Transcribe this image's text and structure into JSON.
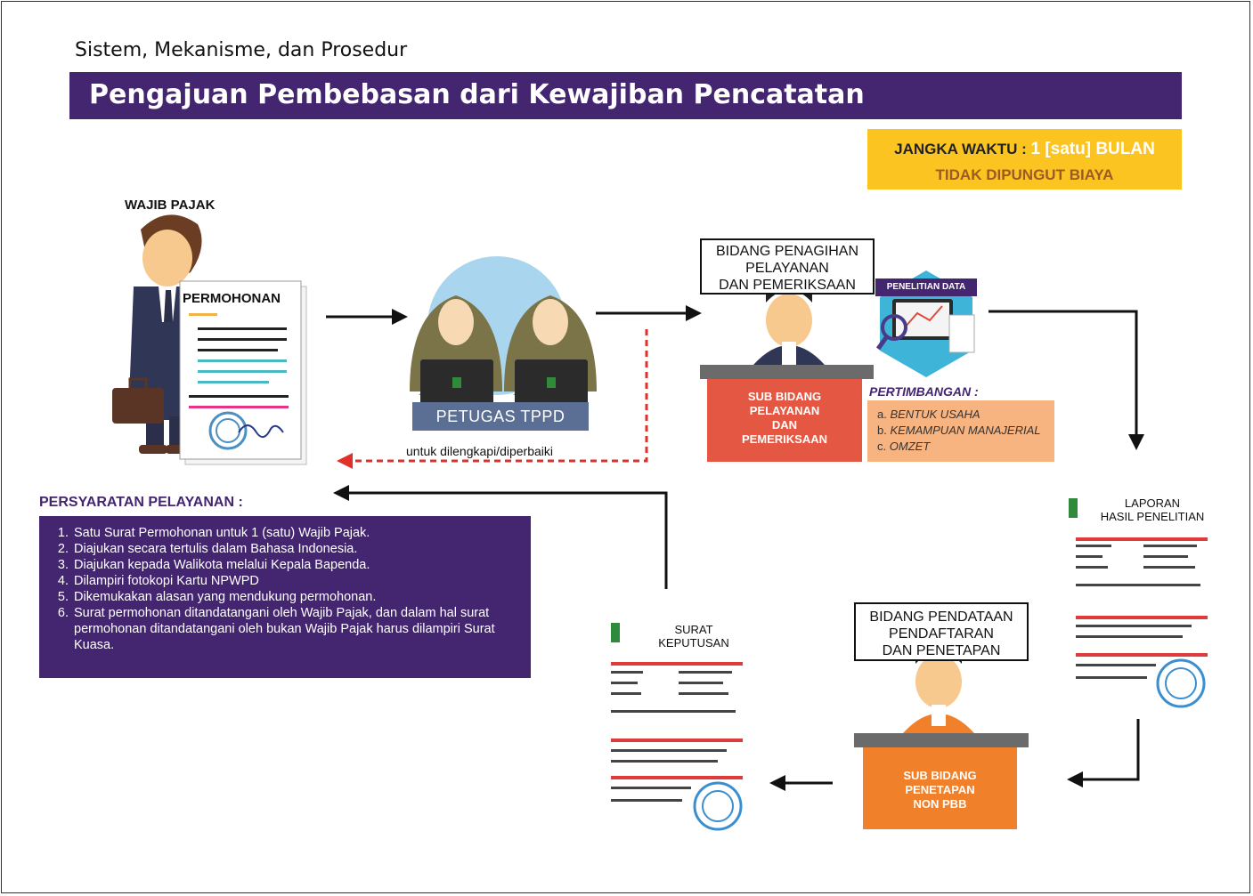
{
  "header": {
    "subtitle": "Sistem, Mekanisme, dan Prosedur",
    "title": "Pengajuan Pembebasan dari Kewajiban Pencatatan"
  },
  "info_box": {
    "duration_label": "JANGKA WAKTU",
    "duration_value": "1 [satu] BULAN",
    "fee": "TIDAK DIPUNGUT BIAYA"
  },
  "wajib_pajak": {
    "label": "WAJIB PAJAK",
    "document": "PERMOHONAN"
  },
  "petugas": {
    "label": "PETUGAS TPPD",
    "return_note": "untuk dilengkapi/diperbaiki"
  },
  "bidang_penagihan": {
    "lines": [
      "BIDANG PENAGIHAN",
      "PELAYANAN",
      "DAN PEMERIKSAAN"
    ],
    "desk_lines": [
      "SUB BIDANG",
      "PELAYANAN",
      "DAN",
      "PEMERIKSAAN"
    ],
    "research_tag": "PENELITIAN DATA"
  },
  "pertimbangan": {
    "title": "PERTIMBANGAN :",
    "items": [
      {
        "key": "a.",
        "text": "BENTUK USAHA"
      },
      {
        "key": "b.",
        "text": "KEMAMPUAN MANAJERIAL"
      },
      {
        "key": "c.",
        "text": "OMZET"
      }
    ]
  },
  "laporan": {
    "lines": [
      "LAPORAN",
      "HASIL PENELITIAN"
    ]
  },
  "bidang_pendataan": {
    "lines": [
      "BIDANG PENDATAAN",
      "PENDAFTARAN",
      "DAN PENETAPAN"
    ],
    "desk_lines": [
      "SUB BIDANG",
      "PENETAPAN",
      "NON PBB"
    ]
  },
  "surat_keputusan": {
    "lines": [
      "SURAT",
      "KEPUTUSAN"
    ]
  },
  "persyaratan": {
    "title": "PERSYARATAN PELAYANAN :",
    "items": [
      "Satu Surat Permohonan untuk 1 (satu) Wajib Pajak.",
      "Diajukan secara tertulis dalam Bahasa Indonesia.",
      "Diajukan kepada Walikota melalui Kepala Bapenda.",
      "Dilampiri fotokopi Kartu NPWPD",
      "Dikemukakan alasan yang mendukung permohonan.",
      "Surat permohonan ditandatangani oleh Wajib Pajak, dan dalam hal surat permohonan ditandatangani oleh bukan Wajib Pajak harus dilampiri Surat Kuasa."
    ]
  },
  "colors": {
    "purple": "#432570",
    "yellow": "#fbc421",
    "red_desk": "#e45843",
    "orange_desk": "#f0802a",
    "peach": "#f7b380"
  }
}
